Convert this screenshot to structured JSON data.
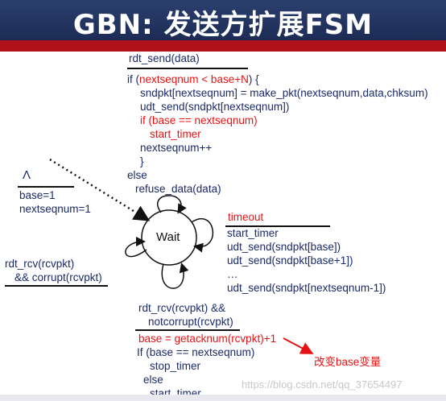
{
  "title": "GBN: 发送方扩展FSM",
  "state": "Wait",
  "init": {
    "event": "Λ",
    "action1": "base=1",
    "action2": "nextseqnum=1"
  },
  "send": {
    "event": "rdt_send(data)",
    "if_line": "if (nextseqnum < base+N) {",
    "cond": "nextseqnum < base+N",
    "line1": "sndpkt[nextseqnum] = make_pkt(nextseqnum,data,chksum)",
    "line2": "udt_send(sndpkt[nextseqnum])",
    "line3": "if (base == nextseqnum)",
    "line4": "start_timer",
    "line5": "nextseqnum++",
    "line6": "}",
    "line7": "else",
    "line8": "refuse_data(data)"
  },
  "timeout": {
    "event": "timeout",
    "line1": "start_timer",
    "line2": "udt_send(sndpkt[base])",
    "line3": "udt_send(sndpkt[base+1])",
    "line4": "…",
    "line5": "udt_send(sndpkt[nextseqnum-1])"
  },
  "corrupt": {
    "line1": "rdt_rcv(rcvpkt)",
    "line2": "&& corrupt(rcvpkt)"
  },
  "ack": {
    "line1": "rdt_rcv(rcvpkt) &&",
    "line2": "notcorrupt(rcvpkt)",
    "line3": "base = getacknum(rcvpkt)+1",
    "line4": "If (base == nextseqnum)",
    "line5": "stop_timer",
    "line6": "else",
    "line7": "start_timer"
  },
  "annotation": "改变base变量",
  "watermark": "https://blog.csdn.net/qq_37654497",
  "colors": {
    "title_bg": "#1c2c55",
    "red_bar": "#b0121b",
    "text": "#1a2a6a",
    "highlight": "#e41414"
  }
}
